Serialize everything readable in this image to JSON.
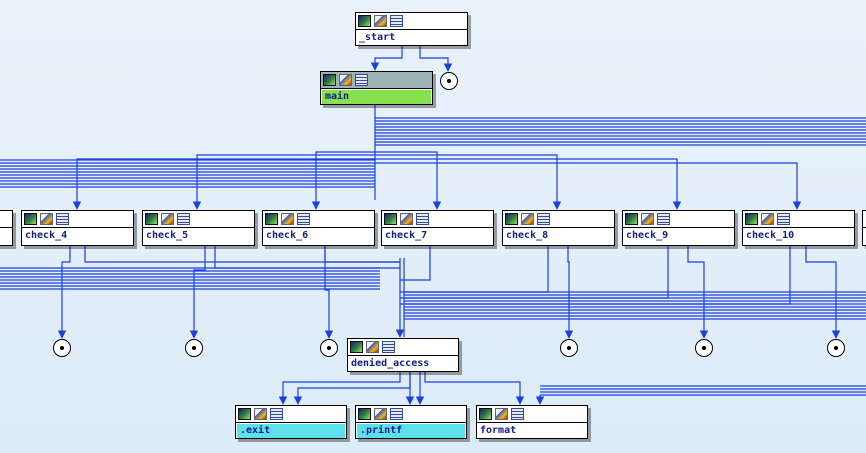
{
  "graph": {
    "nodes": {
      "start": "_start",
      "main": "main",
      "check_4": "check_4",
      "check_5": "check_5",
      "check_6": "check_6",
      "check_7": "check_7",
      "check_8": "check_8",
      "check_9": "check_9",
      "check_10": "check_10",
      "denied_access": "denied_access",
      "exit": ".exit",
      "printf": ".printf",
      "format": "format"
    },
    "header_icons": [
      "graph-view-icon",
      "edit-icon",
      "xref-icon"
    ]
  },
  "colors": {
    "edge": "#1d3fe0",
    "main_label_bg": "#86e24c",
    "main_header_bg": "#9ab3b3",
    "library_label_bg": "#5ee0ec",
    "node_text": "#121d8a"
  }
}
